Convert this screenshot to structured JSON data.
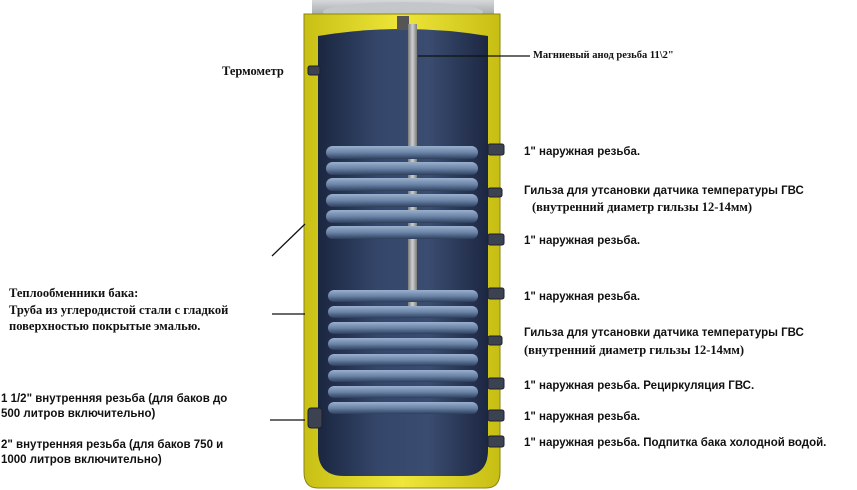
{
  "labels": {
    "thermometer": "Термометр",
    "anode": "Магниевый анод резьба 11\\2\"",
    "right_1": "1\" наружная резьба.",
    "sensor_1_line1": "Гильза для утсановки датчика температуры ГВС",
    "sensor_1_line2": "(внутренний диаметр гильзы 12-14мм)",
    "right_2": "1\" наружная резьба.",
    "right_3": "1\" наружная резьба.",
    "sensor_2_line1": "Гильза для утсановки датчика температуры ГВС",
    "sensor_2_line2": "(внутренний диаметр гильзы 12-14мм)",
    "right_recirc": "1\" наружная резьба. Рециркуляция ГВС.",
    "right_4": "1\" наружная резьба.",
    "right_cold": "1\" наружная резьба. Подпитка бака холодной водой.",
    "hx_title": "Теплообменники бака:",
    "hx_line1": "Труба из углеродистой стали с гладкой",
    "hx_line2": "поверхностью покрытые эмалью.",
    "left_thread1_line1": "1 1/2\" внутренняя резьба (для баков до",
    "left_thread1_line2": "500 литров включительно)",
    "left_thread2_line1": "2\" внутренняя резьба (для баков 750 и",
    "left_thread2_line2": "1000 литров включительно)"
  },
  "colors": {
    "jacket": "#e8e02a",
    "tank_interior": "#2f4060",
    "coil": "#6a84a8",
    "anode": "#9a9a9a",
    "lid": "#b0b4b8",
    "fitting": "#3c4250"
  }
}
